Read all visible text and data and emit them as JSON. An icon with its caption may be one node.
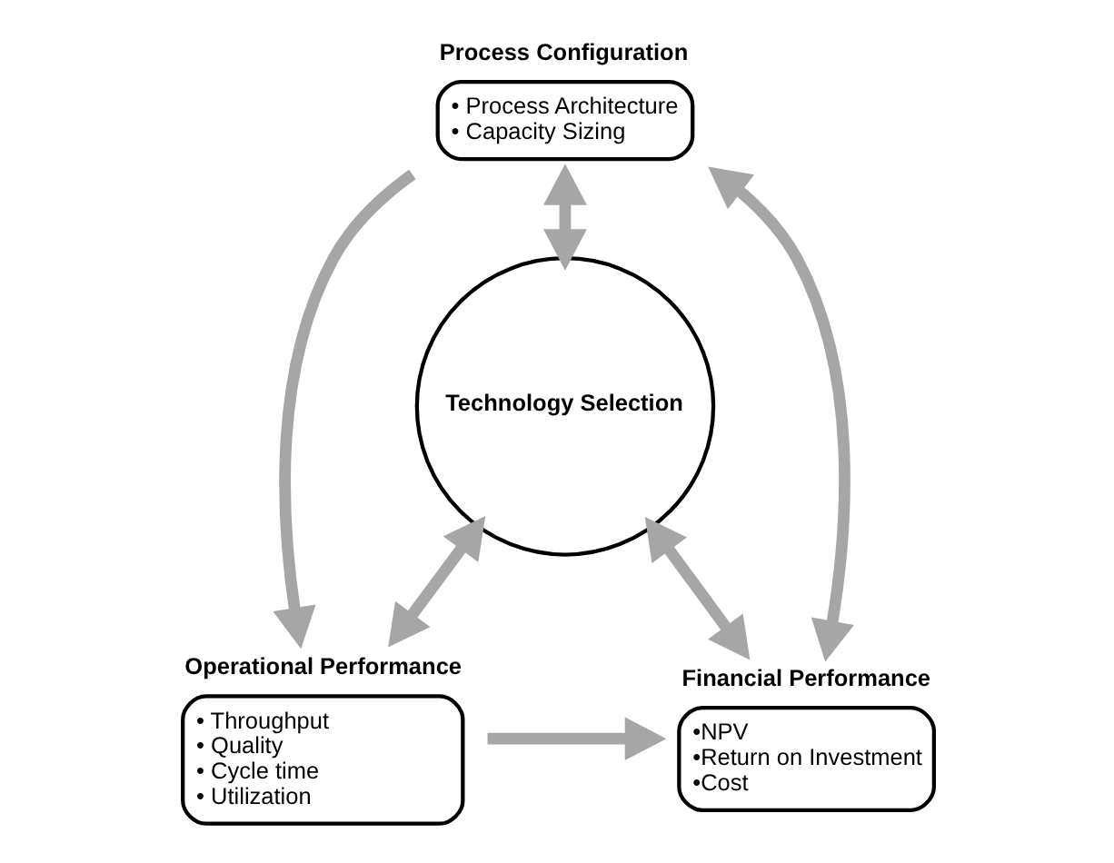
{
  "diagram": {
    "nodes": [
      {
        "text": [
          "Process Configuration",
          "• Process Architecture",
          "• Capacity Sizing"
        ]
      },
      {
        "text": [
          "Technology Selection"
        ]
      },
      {
        "text": [
          "Operational Performance",
          "• Throughput",
          "• Quality",
          "• Cycle time",
          "• Utilization"
        ]
      },
      {
        "text": [
          "Financial Performance",
          "•NPV",
          "•Return on Investment",
          "•Cost"
        ]
      }
    ],
    "edges": [
      {
        "from": 0,
        "to": 2,
        "arrow": "to"
      },
      {
        "from": 2,
        "to": 3,
        "arrow": "to"
      },
      {
        "from": 0,
        "to": 3,
        "arrow": "both"
      },
      {
        "from": 1,
        "to": 0,
        "arrow": "both"
      },
      {
        "from": 1,
        "to": 2,
        "arrow": "both"
      },
      {
        "from": 1,
        "to": 3,
        "arrow": "both"
      }
    ]
  }
}
